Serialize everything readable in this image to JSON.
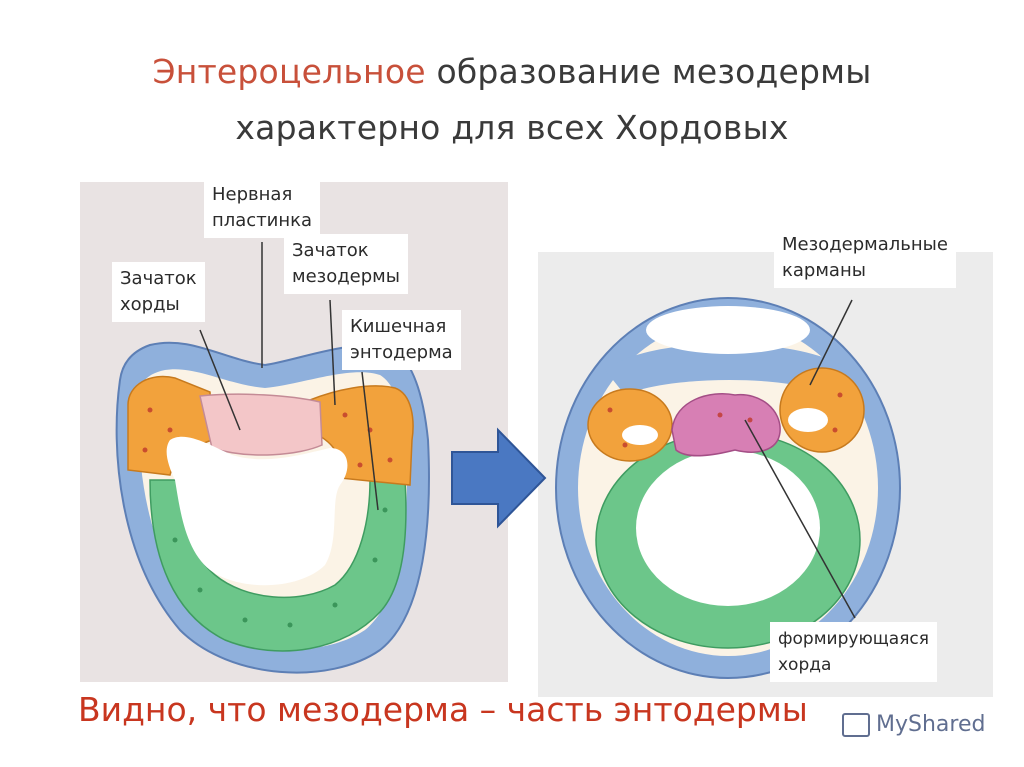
{
  "title": {
    "accent": "Энтероцельное",
    "rest_line1": "образование мезодермы",
    "line2": "характерно для всех Хордовых"
  },
  "labels": {
    "neural_plate": "Нервная\nпластинка",
    "mesoderm_rudiment": "Зачаток\nмезодермы",
    "notochord_rudiment": "Зачаток\nхорды",
    "intestinal_endoderm": "Кишечная\nэнтодерма",
    "mesodermal_pockets": "Мезодермальные\nкарманы",
    "forming_notochord": "формирующаяся\nхорда"
  },
  "conclusion": "Видно, что мезодерма – часть энтодермы",
  "watermark": "MyShared",
  "colors": {
    "accent": "#c8503a",
    "conclusion": "#c8361f",
    "ectoderm": "#8fb0dc",
    "mesoderm": "#f2a23c",
    "endoderm": "#6cc68a",
    "notochord": "#d77fb4",
    "arrow": "#4a78c2"
  }
}
